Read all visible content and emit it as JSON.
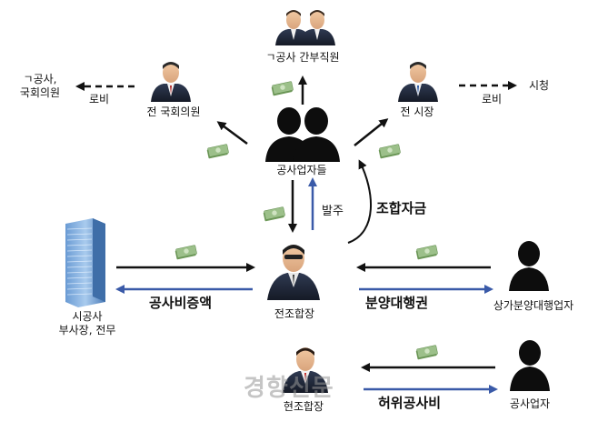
{
  "nodes": {
    "gongsa_staff": "ㄱ공사 간부직원",
    "gongsa_assembly": "ㄱ공사,\n국회의원",
    "former_lawmaker": "전 국회의원",
    "former_mayor": "전 시장",
    "city_hall": "시청",
    "contractors": "공사업자들",
    "city_corp": "시공사\n부사장, 전무",
    "former_union_head": "전조합장",
    "commercial_agent": "상가분양대행업자",
    "current_union_head": "현조합장",
    "contractor": "공사업자"
  },
  "edges": {
    "lobby_left": "로비",
    "lobby_right": "로비",
    "order": "발주",
    "union_funds": "조합자금",
    "increase_cost": "공사비증액",
    "sales_rights": "분양대행권",
    "fake_cost": "허위공사비"
  },
  "watermark": "경향신문",
  "colors": {
    "black_arrow": "#111111",
    "blue_arrow": "#3a5aa8",
    "money": "#7fa86a"
  }
}
